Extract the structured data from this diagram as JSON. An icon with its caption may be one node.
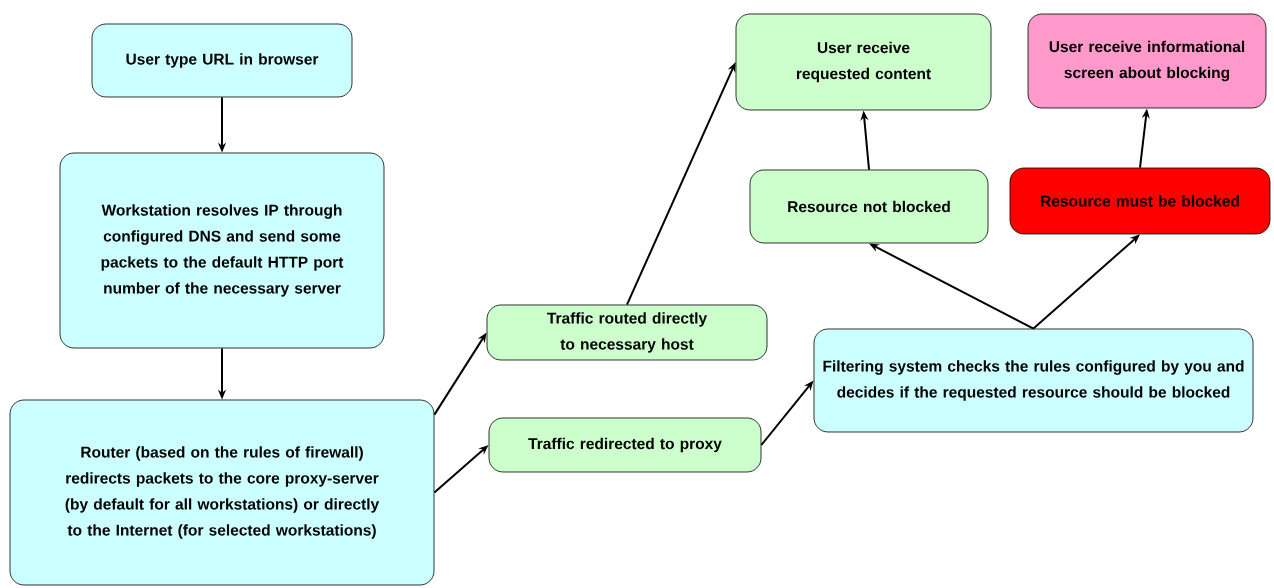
{
  "diagram": {
    "nodes": [
      {
        "text": [
          "User type URL in browser"
        ]
      },
      {
        "text": [
          "Workstation resolves IP through configured DNS and send some packets to the default HTTP port number of the necessary server"
        ]
      },
      {
        "text": [
          "Router (based on the rules of firewall) redirects packets to the core proxy-server (by default for all workstations) or directly to the Internet (for selected workstations)"
        ]
      },
      {
        "text": [
          "Traffic routed directly to necessary host"
        ]
      },
      {
        "text": [
          "Traffic redirected to proxy"
        ]
      },
      {
        "text": [
          "Filtering system checks the rules configured by you and decides if the requested resource should be blocked"
        ]
      },
      {
        "text": [
          "Resource not blocked"
        ]
      },
      {
        "text": [
          "Resource must be blocked"
        ]
      },
      {
        "text": [
          "User receive requested content"
        ]
      },
      {
        "text": [
          "User receive informational screen about blocking"
        ]
      }
    ],
    "edges": [
      {
        "from": 0,
        "to": 1,
        "arrow": "to"
      },
      {
        "from": 1,
        "to": 2,
        "arrow": "to"
      },
      {
        "from": 2,
        "to": 3,
        "arrow": "to"
      },
      {
        "from": 2,
        "to": 4,
        "arrow": "to"
      },
      {
        "from": 3,
        "to": 8,
        "arrow": "to"
      },
      {
        "from": 4,
        "to": 5,
        "arrow": "to"
      },
      {
        "from": 5,
        "to": 6,
        "arrow": "to"
      },
      {
        "from": 5,
        "to": 7,
        "arrow": "to"
      },
      {
        "from": 6,
        "to": 8,
        "arrow": "to"
      },
      {
        "from": 7,
        "to": 9,
        "arrow": "to"
      }
    ]
  }
}
